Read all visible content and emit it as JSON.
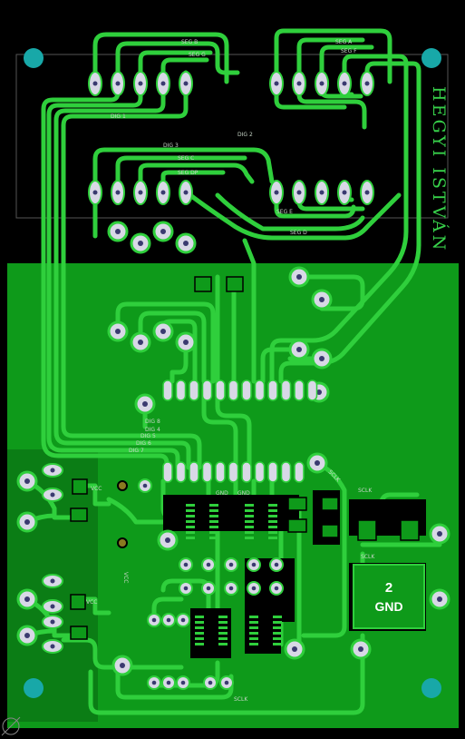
{
  "designer_name": "HEGYI ISTVÁN",
  "gnd_block": {
    "number": "2",
    "label": "GND"
  },
  "connector_labels": {
    "vcc_top": "VCC",
    "vcc_mid": "VCC",
    "vcc_left": "VCC",
    "gnd_a": "GND",
    "gnd_b": "GND",
    "sclk_a": "SCLK",
    "sclk_b": "SCLK",
    "sclk_c": "SCLK",
    "sclk_d": "SCLK"
  },
  "segment_labels": [
    "SEG B",
    "SEG A",
    "SEG F",
    "SEG G",
    "SEG E",
    "SEG D",
    "SEG C",
    "SEG DP"
  ],
  "digit_labels": [
    "DIG 1",
    "DIG 2",
    "DIG 3",
    "DIG 4",
    "DIG 5",
    "DIG 6",
    "DIG 7",
    "DIG 8"
  ],
  "colors": {
    "copper": "#0e9a1a",
    "trace": "#2fcf3c",
    "pad": "#d8d8e6",
    "hole": "#3a3a70",
    "mount_hole": "#18a8a8",
    "board_dark": "#000000"
  }
}
